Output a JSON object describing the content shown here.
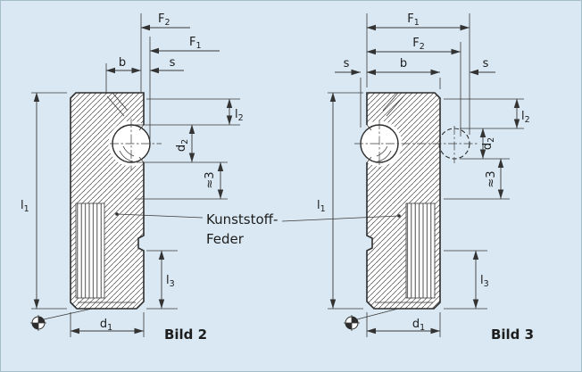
{
  "drawing": {
    "background": "#d9e8f2",
    "ink": "#2d2d2d",
    "annotation": {
      "line1": "Kunststoff-",
      "line2": "Feder"
    },
    "fig2": {
      "caption": "Bild 2",
      "dims": {
        "F2": {
          "base": "F",
          "sub": "2"
        },
        "F1": {
          "base": "F",
          "sub": "1"
        },
        "b": "b",
        "s": "s",
        "l1": {
          "base": "l",
          "sub": "1"
        },
        "l2": {
          "base": "l",
          "sub": "2"
        },
        "d2": {
          "base": "d",
          "sub": "2"
        },
        "approx3": "≈3",
        "l3": {
          "base": "l",
          "sub": "3"
        },
        "d1": {
          "base": "d",
          "sub": "1"
        }
      }
    },
    "fig3": {
      "caption": "Bild 3",
      "dims": {
        "F1": {
          "base": "F",
          "sub": "1"
        },
        "F2": {
          "base": "F",
          "sub": "2"
        },
        "s_left": "s",
        "b": "b",
        "s_right": "s",
        "l1": {
          "base": "l",
          "sub": "1"
        },
        "l2": {
          "base": "l",
          "sub": "2"
        },
        "d2": {
          "base": "d",
          "sub": "2"
        },
        "approx3": "≈3",
        "l3": {
          "base": "l",
          "sub": "3"
        },
        "d1": {
          "base": "d",
          "sub": "1"
        }
      }
    }
  }
}
